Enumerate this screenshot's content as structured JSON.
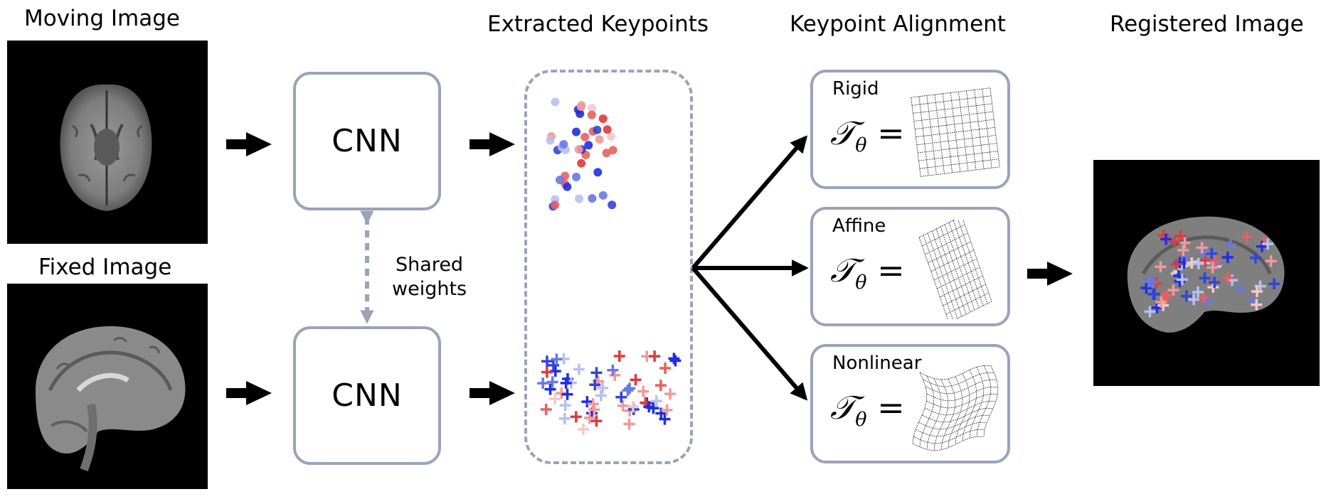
{
  "headings": {
    "moving": "Moving Image",
    "fixed": "Fixed Image",
    "extracted": "Extracted Keypoints",
    "alignment": "Keypoint Alignment",
    "registered": "Registered Image"
  },
  "cnn": {
    "top": "CNN",
    "bottom": "CNN"
  },
  "shared_weights": {
    "line1": "Shared",
    "line2": "weights"
  },
  "transforms": [
    {
      "label": "Rigid",
      "eq": "𝒯"
    },
    {
      "label": "Affine",
      "eq": "𝒯"
    },
    {
      "label": "Nonlinear",
      "eq": "𝒯"
    }
  ],
  "eq_sub": "θ",
  "eq_sign": " =",
  "colors": {
    "border": "#9aa3b8",
    "red": "#e03a3a",
    "blue": "#1f2fe0",
    "pale": "#f2c6c6"
  }
}
